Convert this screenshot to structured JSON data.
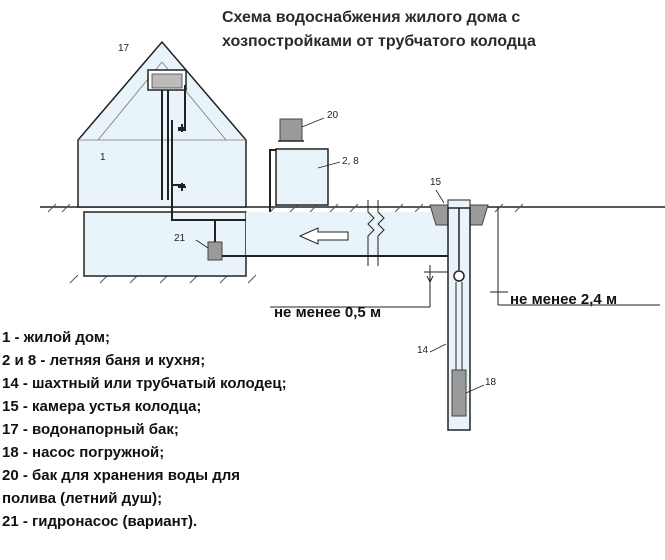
{
  "title": {
    "line1": "Схема водоснабжения жилого дома с",
    "line2": "хозпостройками от трубчатого колодца"
  },
  "labels": {
    "n17": "17",
    "n1": "1",
    "n20": "20",
    "n28": "2, 8",
    "n15": "15",
    "n21": "21",
    "n14": "14",
    "n18": "18"
  },
  "dimensions": {
    "depth1": "не менее 0,5 м",
    "depth2": "не менее 2,4 м"
  },
  "legend": [
    "1 - жилой дом;",
    "2 и 8 - летняя баня и кухня;",
    "14 - шахтный или трубчатый колодец;",
    "15 - камера устья колодца;",
    "17 - водонапорный бак;",
    "18 - насос погружной;",
    "20 - бак для хранения воды для",
    "полива (летний душ);",
    "21 - гидронасос (вариант)."
  ],
  "colors": {
    "fill": "#e8f4f9",
    "line": "#222222",
    "gray": "#9a9a9a"
  }
}
